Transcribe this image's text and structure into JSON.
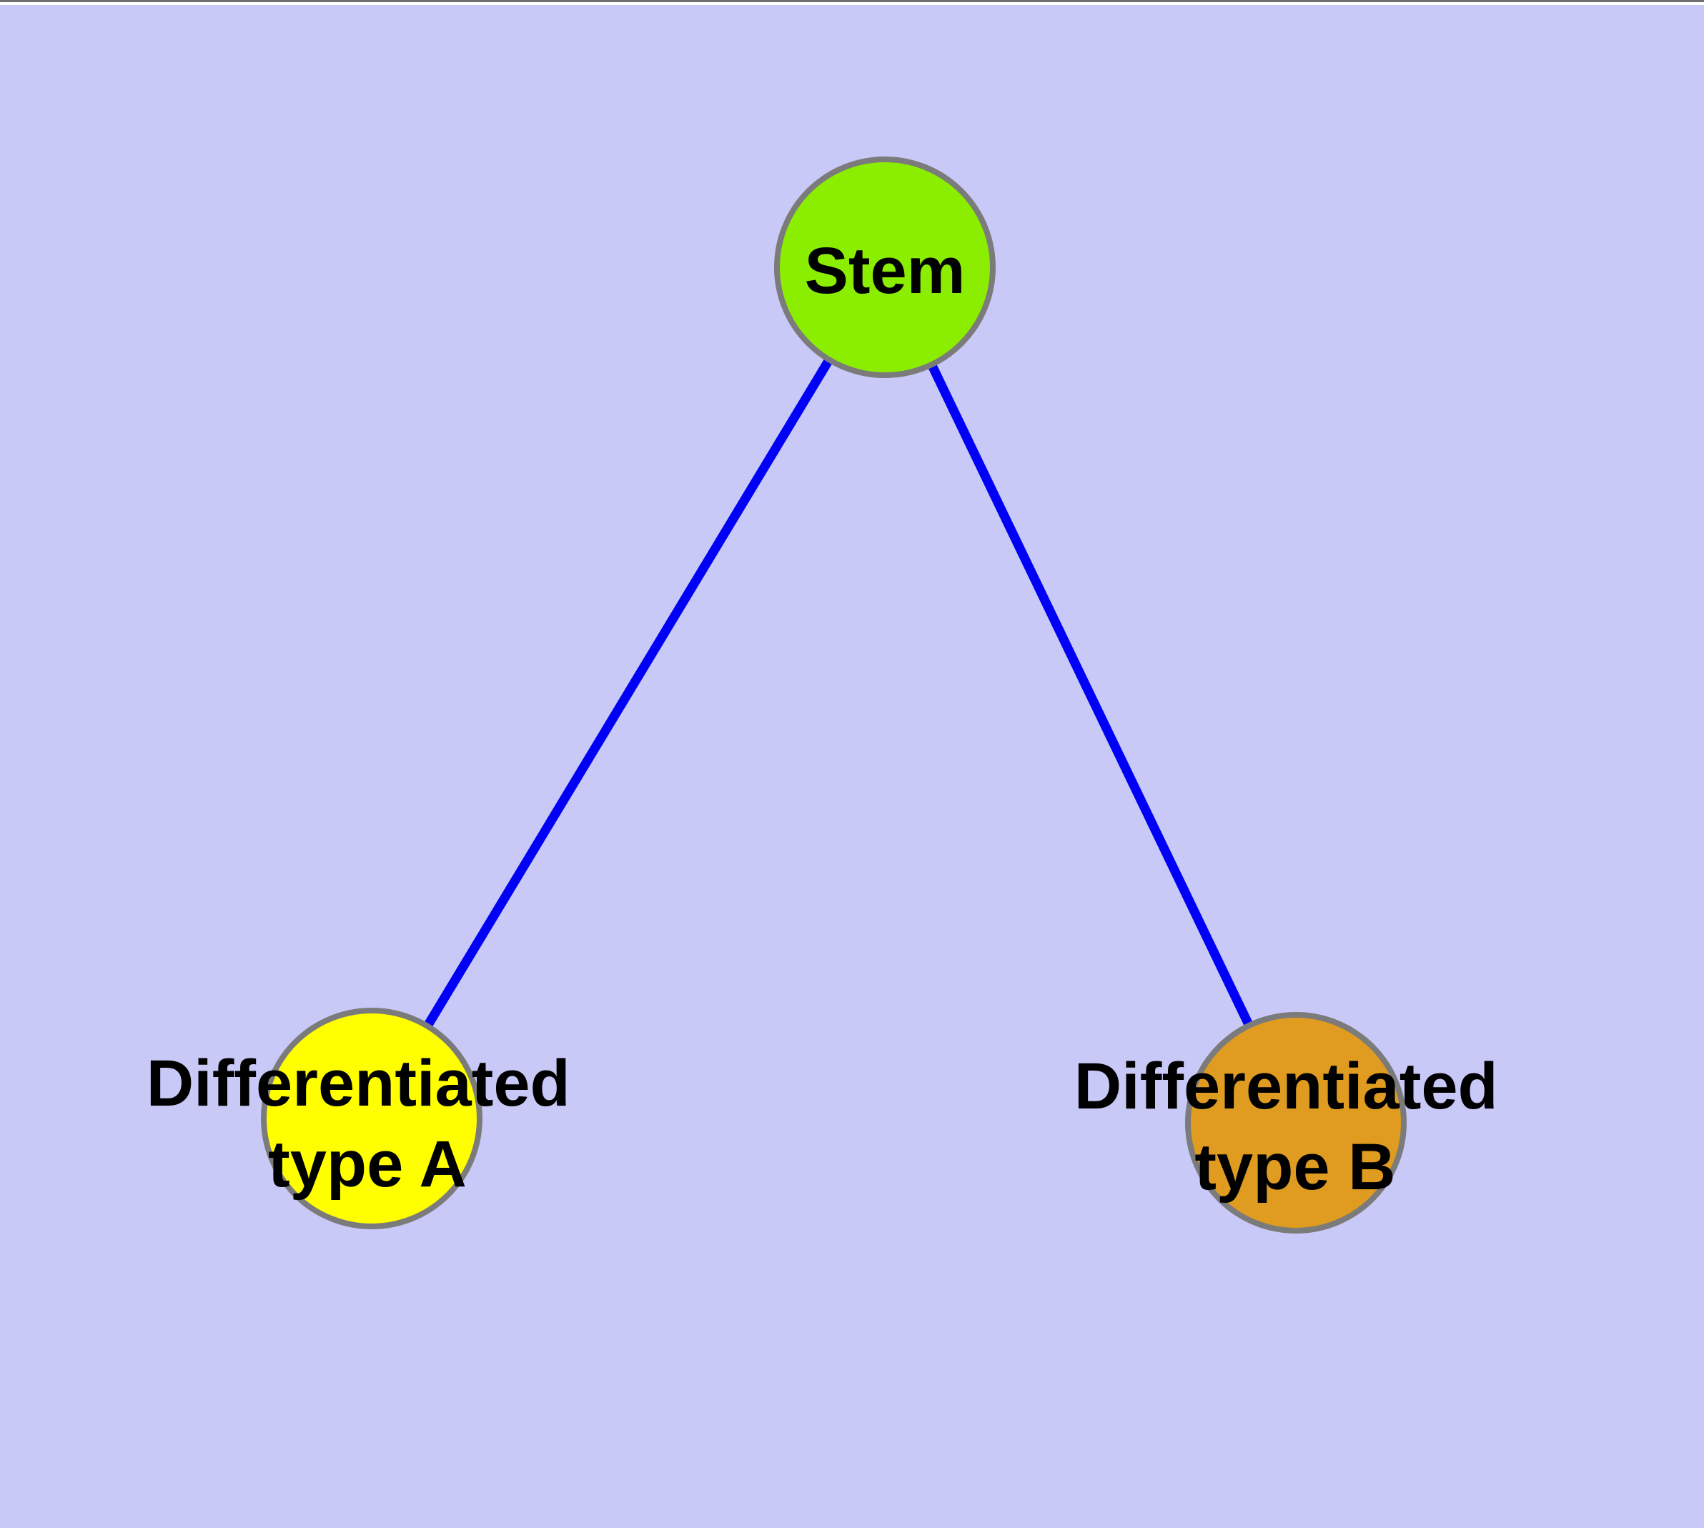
{
  "diagram": {
    "background_color": "#C9C9F7",
    "frame": {
      "top_line_color": "#6F6F6F",
      "top_highlight_color": "#FFFFFF"
    },
    "edge_color": "#0000F7",
    "node_border_color": "#7B7B7B",
    "label_color": "#000000",
    "nodes": {
      "stem": {
        "label": "Stem",
        "color": "#8BEE00"
      },
      "type_a": {
        "label_line1": "Differentiated",
        "label_line2": "type A",
        "color": "#FFFF00"
      },
      "type_b": {
        "label_line1": "Differentiated",
        "label_line2": "type B",
        "color": "#E09C20"
      }
    },
    "edges": [
      {
        "from": "stem",
        "to": "type_a"
      },
      {
        "from": "stem",
        "to": "type_b"
      }
    ]
  }
}
